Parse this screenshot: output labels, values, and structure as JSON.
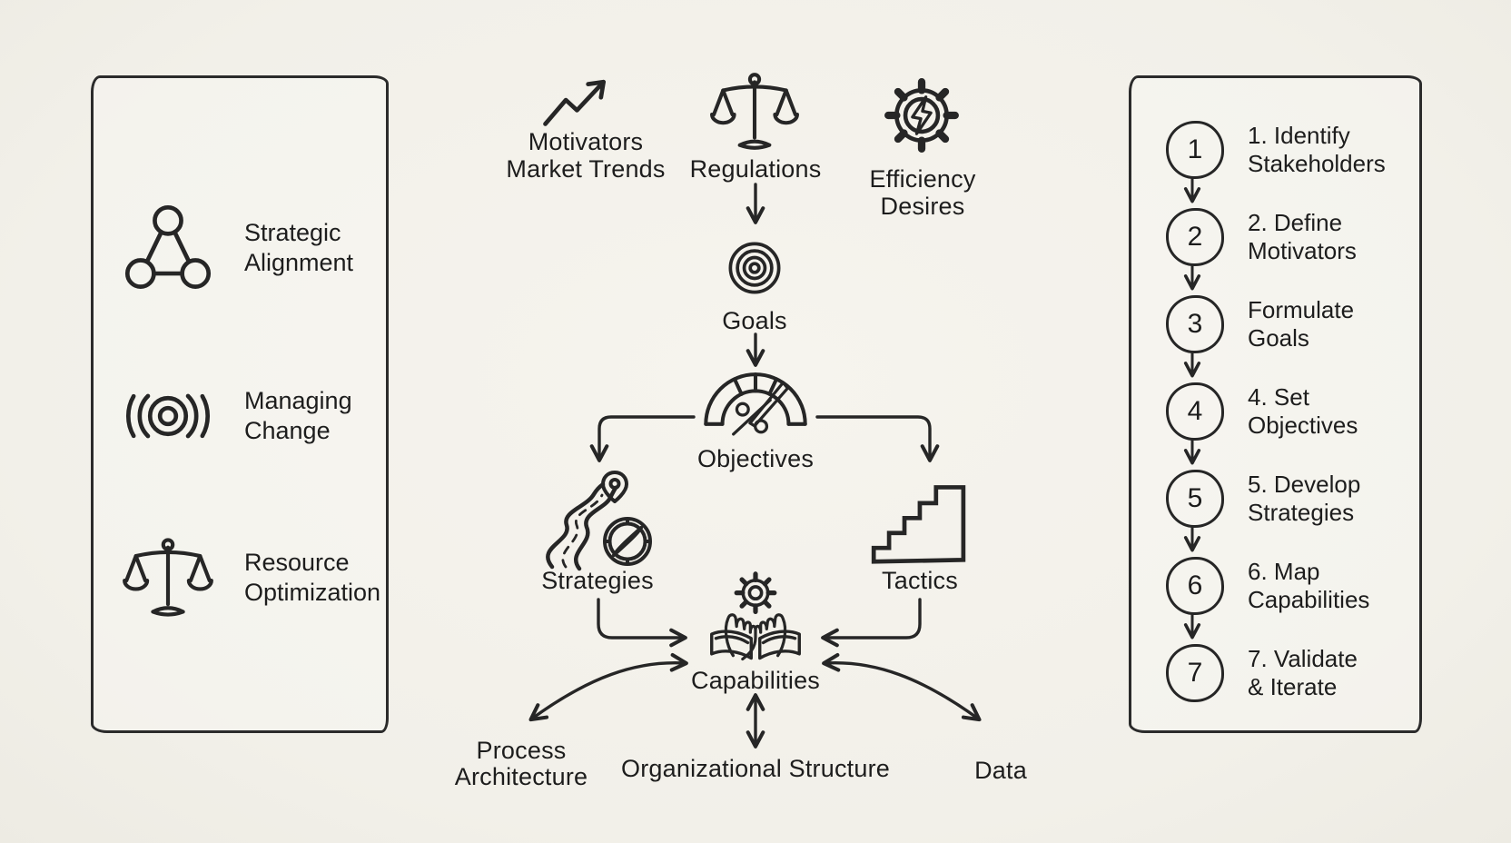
{
  "palette": {
    "background": "#f3f1ea",
    "ink": "#262626"
  },
  "left_panel": {
    "items": [
      {
        "icon": "network-triangle-icon",
        "label": "Strategic\nAlignment"
      },
      {
        "icon": "ripple-icon",
        "label": "Managing\nChange"
      },
      {
        "icon": "balance-scale-icon",
        "label": "Resource\nOptimization"
      }
    ]
  },
  "flow": {
    "drivers": [
      {
        "icon": "trend-up-arrow-icon",
        "label": "Motivators\nMarket Trends"
      },
      {
        "icon": "balance-scale-icon",
        "label": "Regulations"
      },
      {
        "icon": "gear-lightning-icon",
        "label": "Efficiency\nDesires"
      }
    ],
    "goals": {
      "icon": "target-icon",
      "label": "Goals"
    },
    "objectives": {
      "icon": "gauge-icon",
      "label": "Objectives"
    },
    "strategies": {
      "icon": "road-compass-icon",
      "label": "Strategies"
    },
    "tactics": {
      "icon": "stairs-icon",
      "label": "Tactics"
    },
    "capabilities": {
      "icon": "hands-gear-icon",
      "label": "Capabilities"
    },
    "foundations": [
      {
        "label": "Process\nArchitecture"
      },
      {
        "label": "Organizational Structure"
      },
      {
        "label": "Data"
      }
    ]
  },
  "right_panel": {
    "steps": [
      {
        "num": "1",
        "label": "1. Identify\nStakeholders"
      },
      {
        "num": "2",
        "label": "2. Define\nMotivators"
      },
      {
        "num": "3",
        "label": "Formulate\nGoals"
      },
      {
        "num": "4",
        "label": "4. Set\nObjectives"
      },
      {
        "num": "5",
        "label": "5. Develop\nStrategies"
      },
      {
        "num": "6",
        "label": "6. Map\nCapabilities"
      },
      {
        "num": "7",
        "label": "7. Validate\n& Iterate"
      }
    ]
  }
}
